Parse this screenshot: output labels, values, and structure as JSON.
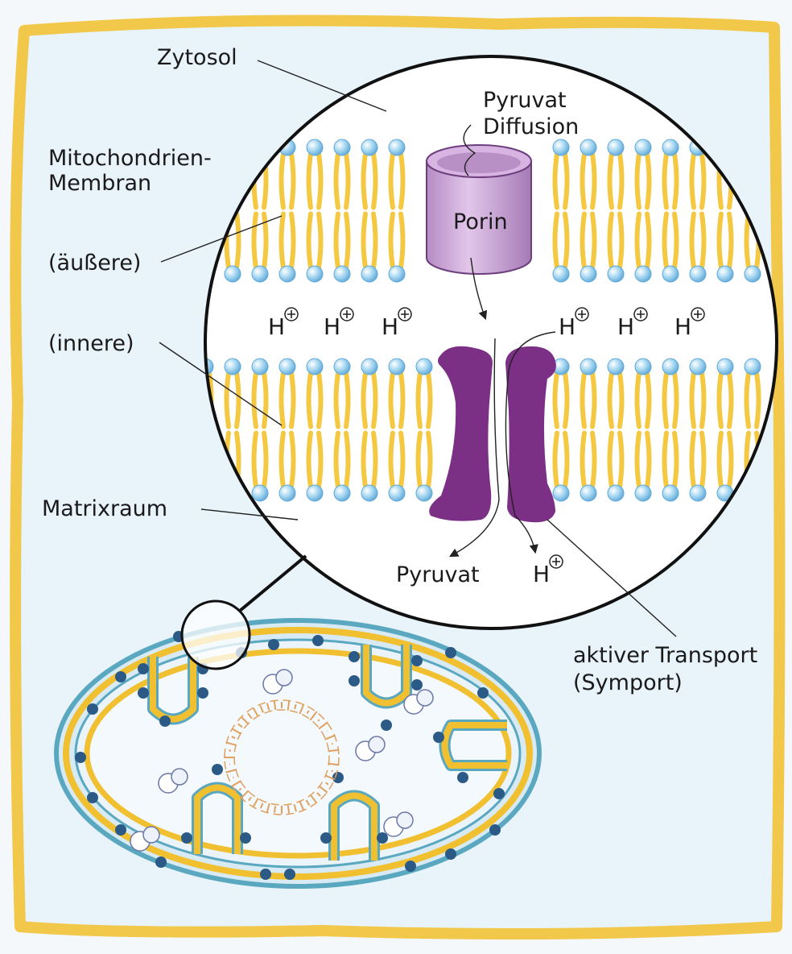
{
  "labels": {
    "zytosol": "Zytosol",
    "membrane_line1": "Mitochondrien-",
    "membrane_line2": "Membran",
    "outer": "(äußere)",
    "inner": "(innere)",
    "matrix": "Matrixraum",
    "pyruvat_diffusion_line1": "Pyruvat",
    "pyruvat_diffusion_line2": "Diffusion",
    "porin": "Porin",
    "pyruvat_out": "Pyruvat",
    "proton": "H",
    "active_line1": "aktiver Transport",
    "active_line2": "(Symport)"
  },
  "colors": {
    "cell_border": "#f2c84b",
    "cell_fill": "#e8f3fa",
    "lipid_head": "#8fc9ea",
    "lipid_tail": "#f5c842",
    "porin": "#c79fd4",
    "transporter": "#7b2f85",
    "mito_membrane": "#f0c030",
    "mito_outline": "#5aa8c0",
    "atp_synthase": "#2b5a86",
    "dna": "#e0a060"
  }
}
